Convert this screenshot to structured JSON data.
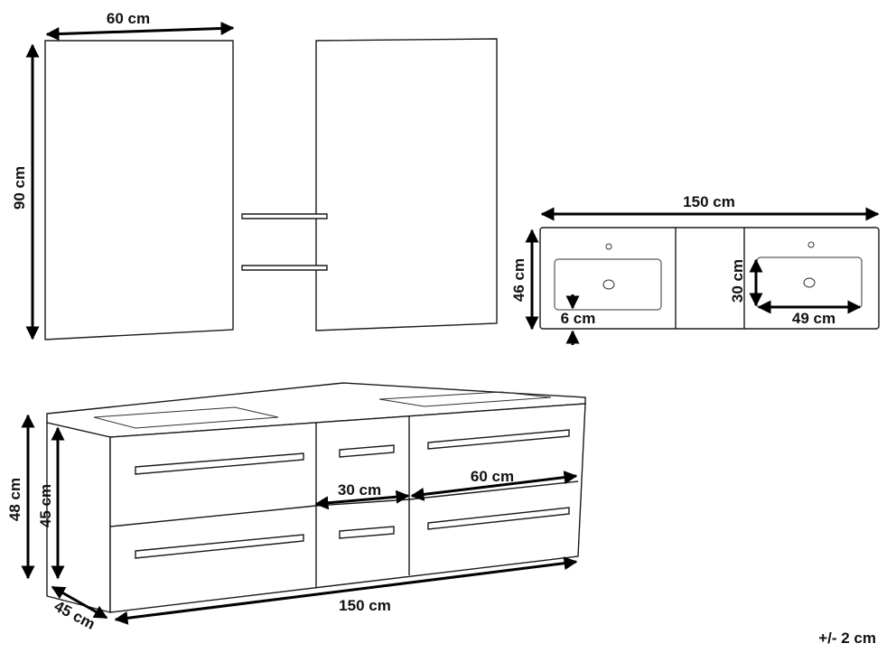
{
  "dimensions": {
    "mirror_width": "60 cm",
    "mirror_height": "90 cm",
    "top_width": "150 cm",
    "top_depth": "46 cm",
    "basin_depth": "30 cm",
    "basin_width": "49 cm",
    "basin_offset": "6 cm",
    "cabinet_height_total": "48 cm",
    "cabinet_height_body": "45 cm",
    "cabinet_depth": "45 cm",
    "cabinet_width": "150 cm",
    "middle_drawer_width": "30 cm",
    "side_drawer_width": "60 cm"
  },
  "tolerance": "+/- 2 cm"
}
